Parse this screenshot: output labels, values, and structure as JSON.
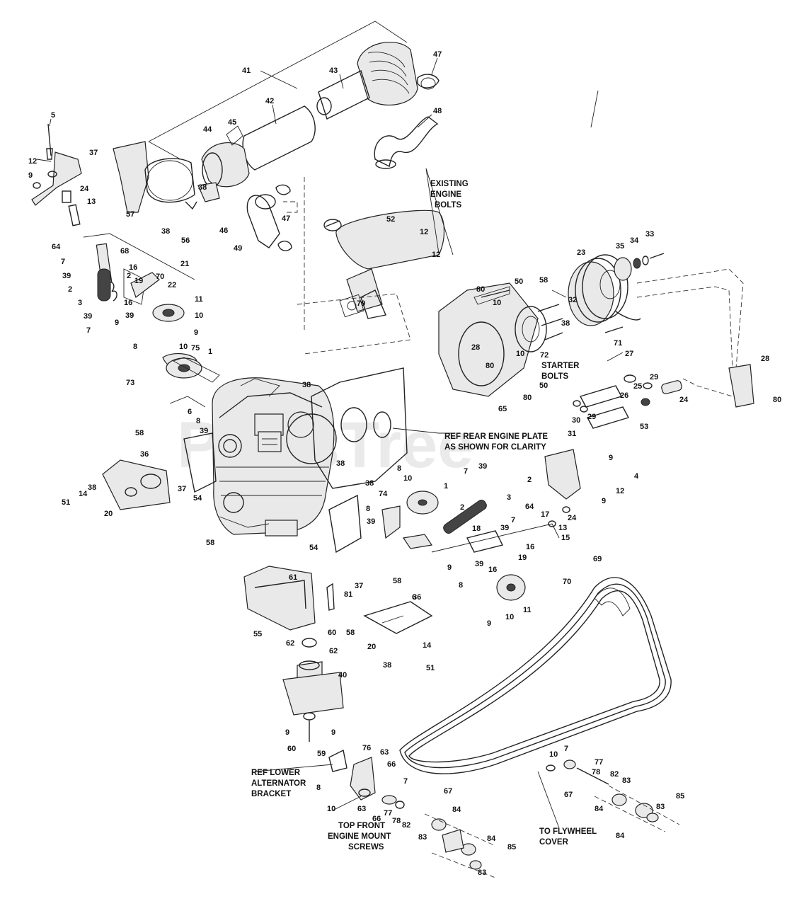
{
  "watermark": "PartsTree",
  "notes": {
    "existing_engine_bolts": [
      "EXISTING",
      "ENGINE",
      "BOLTS"
    ],
    "starter_bolts": [
      "STARTER",
      "BOLTS"
    ],
    "ref_rear_engine_plate": [
      "REF REAR ENGINE PLATE",
      "AS SHOWN FOR CLARITY"
    ],
    "ref_lower_alternator_bracket": [
      "REF LOWER",
      "ALTERNATOR",
      "BRACKET"
    ],
    "top_front_engine_mount_screws": [
      "TOP FRONT",
      "ENGINE MOUNT",
      "SCREWS"
    ],
    "to_flywheel_cover": [
      "TO FLYWHEEL",
      "COVER"
    ]
  },
  "callouts": [
    {
      "id": "c41",
      "text": "41"
    },
    {
      "id": "c43",
      "text": "43"
    },
    {
      "id": "c47a",
      "text": "47"
    },
    {
      "id": "c42",
      "text": "42"
    },
    {
      "id": "c48",
      "text": "48"
    },
    {
      "id": "c5",
      "text": "5"
    },
    {
      "id": "c44",
      "text": "44"
    },
    {
      "id": "c45",
      "text": "45"
    },
    {
      "id": "c37a",
      "text": "37"
    },
    {
      "id": "c12a",
      "text": "12"
    },
    {
      "id": "c9a",
      "text": "9"
    },
    {
      "id": "c24a",
      "text": "24"
    },
    {
      "id": "c13a",
      "text": "13"
    },
    {
      "id": "c38a",
      "text": "38"
    },
    {
      "id": "c57",
      "text": "57"
    },
    {
      "id": "c38b",
      "text": "38"
    },
    {
      "id": "c56",
      "text": "56"
    },
    {
      "id": "c46",
      "text": "46"
    },
    {
      "id": "c47b",
      "text": "47"
    },
    {
      "id": "c49",
      "text": "49"
    },
    {
      "id": "c52",
      "text": "52"
    },
    {
      "id": "c12b",
      "text": "12"
    },
    {
      "id": "c12c",
      "text": "12"
    },
    {
      "id": "c64a",
      "text": "64"
    },
    {
      "id": "c68",
      "text": "68"
    },
    {
      "id": "c7a",
      "text": "7"
    },
    {
      "id": "c21",
      "text": "21"
    },
    {
      "id": "c39a",
      "text": "39"
    },
    {
      "id": "c2a",
      "text": "2"
    },
    {
      "id": "c16a",
      "text": "16"
    },
    {
      "id": "c70a",
      "text": "70"
    },
    {
      "id": "c19a",
      "text": "19"
    },
    {
      "id": "c2b",
      "text": "2"
    },
    {
      "id": "c22",
      "text": "22"
    },
    {
      "id": "c3a",
      "text": "3"
    },
    {
      "id": "c11a",
      "text": "11"
    },
    {
      "id": "c39b",
      "text": "39"
    },
    {
      "id": "c16b",
      "text": "16"
    },
    {
      "id": "c10a",
      "text": "10"
    },
    {
      "id": "c7b",
      "text": "7"
    },
    {
      "id": "c9b",
      "text": "9"
    },
    {
      "id": "c39c",
      "text": "39"
    },
    {
      "id": "c9c",
      "text": "9"
    },
    {
      "id": "c8a",
      "text": "8"
    },
    {
      "id": "c10b",
      "text": "10"
    },
    {
      "id": "c75",
      "text": "75"
    },
    {
      "id": "c1a",
      "text": "1"
    },
    {
      "id": "c73",
      "text": "73"
    },
    {
      "id": "c6a",
      "text": "6"
    },
    {
      "id": "c38c",
      "text": "38"
    },
    {
      "id": "c79",
      "text": "79"
    },
    {
      "id": "c80a",
      "text": "80"
    },
    {
      "id": "c50a",
      "text": "50"
    },
    {
      "id": "c58a",
      "text": "58"
    },
    {
      "id": "c23",
      "text": "23"
    },
    {
      "id": "c35",
      "text": "35"
    },
    {
      "id": "c34",
      "text": "34"
    },
    {
      "id": "c33",
      "text": "33"
    },
    {
      "id": "c10c",
      "text": "10"
    },
    {
      "id": "c32",
      "text": "32"
    },
    {
      "id": "c38d",
      "text": "38"
    },
    {
      "id": "c71",
      "text": "71"
    },
    {
      "id": "c28a",
      "text": "28"
    },
    {
      "id": "c80b",
      "text": "80"
    },
    {
      "id": "c10d",
      "text": "10"
    },
    {
      "id": "c72",
      "text": "72"
    },
    {
      "id": "c27",
      "text": "27"
    },
    {
      "id": "c28b",
      "text": "28"
    },
    {
      "id": "c29a",
      "text": "29"
    },
    {
      "id": "c50b",
      "text": "50"
    },
    {
      "id": "c26",
      "text": "26"
    },
    {
      "id": "c25",
      "text": "25"
    },
    {
      "id": "c80c",
      "text": "80"
    },
    {
      "id": "c65",
      "text": "65"
    },
    {
      "id": "c24b",
      "text": "24"
    },
    {
      "id": "c80d",
      "text": "80"
    },
    {
      "id": "c30",
      "text": "30"
    },
    {
      "id": "c29b",
      "text": "29"
    },
    {
      "id": "c53",
      "text": "53"
    },
    {
      "id": "c31",
      "text": "31"
    },
    {
      "id": "c8b",
      "text": "8"
    },
    {
      "id": "c39d",
      "text": "39"
    },
    {
      "id": "c58b",
      "text": "58"
    },
    {
      "id": "c36a",
      "text": "36"
    },
    {
      "id": "c38e",
      "text": "38"
    },
    {
      "id": "c37b",
      "text": "37"
    },
    {
      "id": "c54a",
      "text": "54"
    },
    {
      "id": "c38f",
      "text": "38"
    },
    {
      "id": "c8c",
      "text": "8"
    },
    {
      "id": "c10e",
      "text": "10"
    },
    {
      "id": "c38g",
      "text": "38"
    },
    {
      "id": "c51a",
      "text": "51"
    },
    {
      "id": "c14a",
      "text": "14"
    },
    {
      "id": "c20a",
      "text": "20"
    },
    {
      "id": "c7c",
      "text": "7"
    },
    {
      "id": "c39e",
      "text": "39"
    },
    {
      "id": "c1b",
      "text": "1"
    },
    {
      "id": "c74",
      "text": "74"
    },
    {
      "id": "c9d",
      "text": "9"
    },
    {
      "id": "c4",
      "text": "4"
    },
    {
      "id": "c12d",
      "text": "12"
    },
    {
      "id": "c9e",
      "text": "9"
    },
    {
      "id": "c2c",
      "text": "2"
    },
    {
      "id": "c3b",
      "text": "3"
    },
    {
      "id": "c64b",
      "text": "64"
    },
    {
      "id": "c17",
      "text": "17"
    },
    {
      "id": "c24c",
      "text": "24"
    },
    {
      "id": "c13b",
      "text": "13"
    },
    {
      "id": "c8d",
      "text": "8"
    },
    {
      "id": "c39f",
      "text": "39"
    },
    {
      "id": "c2d",
      "text": "2"
    },
    {
      "id": "c39g",
      "text": "39"
    },
    {
      "id": "c7d",
      "text": "7"
    },
    {
      "id": "c18",
      "text": "18"
    },
    {
      "id": "c16c",
      "text": "16"
    },
    {
      "id": "c15",
      "text": "15"
    },
    {
      "id": "c19b",
      "text": "19"
    },
    {
      "id": "c9f",
      "text": "9"
    },
    {
      "id": "c39h",
      "text": "39"
    },
    {
      "id": "c16d",
      "text": "16"
    },
    {
      "id": "c8e",
      "text": "8"
    },
    {
      "id": "c70b",
      "text": "70"
    },
    {
      "id": "c58c",
      "text": "58"
    },
    {
      "id": "c54b",
      "text": "54"
    },
    {
      "id": "c58d",
      "text": "58"
    },
    {
      "id": "c6b",
      "text": "6"
    },
    {
      "id": "c61",
      "text": "61"
    },
    {
      "id": "c81",
      "text": "81"
    },
    {
      "id": "c37c",
      "text": "37"
    },
    {
      "id": "c36b",
      "text": "36"
    },
    {
      "id": "c69",
      "text": "69"
    },
    {
      "id": "c11b",
      "text": "11"
    },
    {
      "id": "c9g",
      "text": "9"
    },
    {
      "id": "c10f",
      "text": "10"
    },
    {
      "id": "c58e",
      "text": "58"
    },
    {
      "id": "c55",
      "text": "55"
    },
    {
      "id": "c60a",
      "text": "60"
    },
    {
      "id": "c20b",
      "text": "20"
    },
    {
      "id": "c14b",
      "text": "14"
    },
    {
      "id": "c62a",
      "text": "62"
    },
    {
      "id": "c62b",
      "text": "62"
    },
    {
      "id": "c38h",
      "text": "38"
    },
    {
      "id": "c51b",
      "text": "51"
    },
    {
      "id": "c40",
      "text": "40"
    },
    {
      "id": "c9h",
      "text": "9"
    },
    {
      "id": "c9i",
      "text": "9"
    },
    {
      "id": "c60b",
      "text": "60"
    },
    {
      "id": "c59",
      "text": "59"
    },
    {
      "id": "c76",
      "text": "76"
    },
    {
      "id": "c63a",
      "text": "63"
    },
    {
      "id": "c66a",
      "text": "66"
    },
    {
      "id": "c7e",
      "text": "7"
    },
    {
      "id": "c7f",
      "text": "7"
    },
    {
      "id": "c10g",
      "text": "10"
    },
    {
      "id": "c77a",
      "text": "77"
    },
    {
      "id": "c78a",
      "text": "78"
    },
    {
      "id": "c82a",
      "text": "82"
    },
    {
      "id": "c8f",
      "text": "8"
    },
    {
      "id": "c10h",
      "text": "10"
    },
    {
      "id": "c63b",
      "text": "63"
    },
    {
      "id": "c66b",
      "text": "66"
    },
    {
      "id": "c67a",
      "text": "67"
    },
    {
      "id": "c77b",
      "text": "77"
    },
    {
      "id": "c78b",
      "text": "78"
    },
    {
      "id": "c82b",
      "text": "82"
    },
    {
      "id": "c84a",
      "text": "84"
    },
    {
      "id": "c83a",
      "text": "83"
    },
    {
      "id": "c67b",
      "text": "67"
    },
    {
      "id": "c83b",
      "text": "83"
    },
    {
      "id": "c84b",
      "text": "84"
    },
    {
      "id": "c83c",
      "text": "83"
    },
    {
      "id": "c85a",
      "text": "85"
    },
    {
      "id": "c84c",
      "text": "84"
    },
    {
      "id": "c84d",
      "text": "84"
    },
    {
      "id": "c85b",
      "text": "85"
    },
    {
      "id": "c83d",
      "text": "83"
    }
  ]
}
